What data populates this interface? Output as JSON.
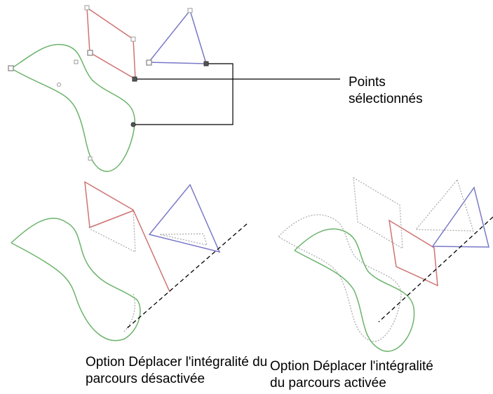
{
  "callout": {
    "line1": "Points",
    "line2": "sélectionnés"
  },
  "captions": {
    "left": {
      "line1": "Option Déplacer l'intégralité du",
      "line2": "parcours désactivée"
    },
    "right": {
      "line1": "Option Déplacer l'intégralité",
      "line2": "du parcours activée"
    }
  },
  "colors": {
    "green_path": "#6bb36b",
    "red_path": "#cf7373",
    "blue_path": "#7878c8",
    "ghost": "#a8a8a8",
    "selected_point": "#555555",
    "leader": "#000000"
  }
}
